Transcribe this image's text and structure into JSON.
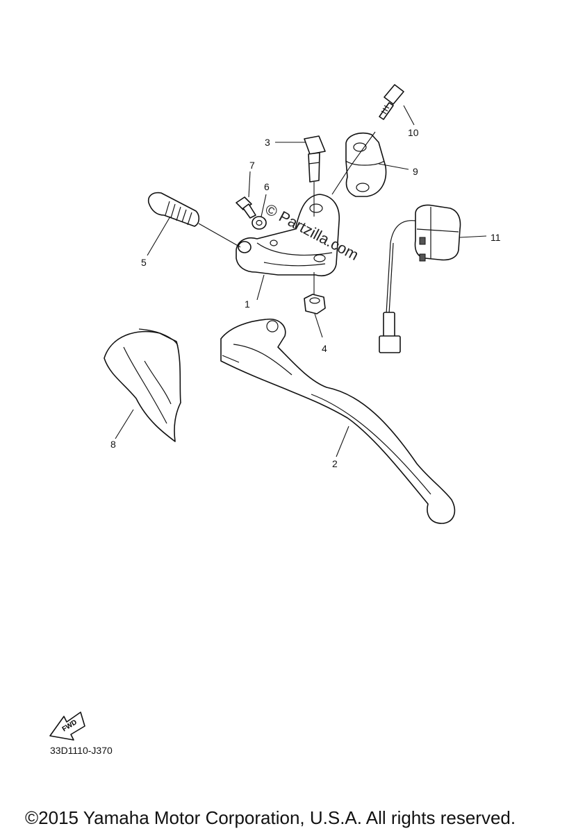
{
  "diagram": {
    "callouts": [
      "1",
      "2",
      "3",
      "4",
      "5",
      "6",
      "7",
      "8",
      "9",
      "10",
      "11"
    ],
    "fwd_label": "FWD",
    "drawing_code": "33D1110-J370",
    "watermark": "© Partzilla.com",
    "copyright": "©2015 Yamaha Motor Corporation, U.S.A. All rights reserved."
  }
}
